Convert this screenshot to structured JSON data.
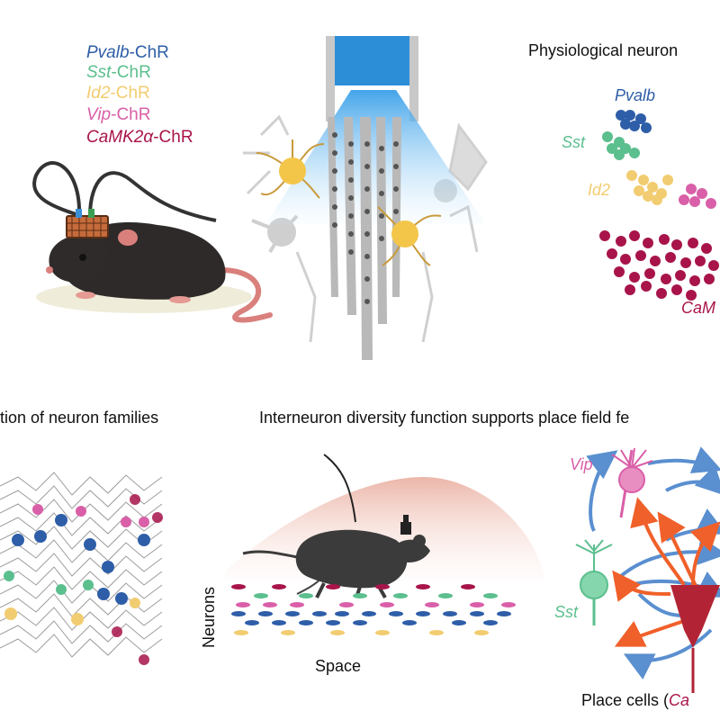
{
  "constructs": [
    {
      "gene": "Pvalb",
      "suffix": "-ChR",
      "color": "#2e5ea8"
    },
    {
      "gene": "Sst",
      "suffix": "-ChR",
      "color": "#5bbf8e"
    },
    {
      "gene": "Id2",
      "suffix": "-ChR",
      "color": "#f2cc70"
    },
    {
      "gene": "Vip",
      "suffix": "-ChR",
      "color": "#d95fa8"
    },
    {
      "gene": "CaMK2α",
      "suffix": "-ChR",
      "color": "#a8144a"
    }
  ],
  "cluster_panel": {
    "title": "Physiological neuron",
    "labels": {
      "pvalb": "Pvalb",
      "sst": "Sst",
      "id2": "Id2",
      "camk": "CaM"
    }
  },
  "families_panel": {
    "title": "tion of neuron families"
  },
  "interneuron_title": "Interneuron diversity function supports place field fe",
  "place_panel": {
    "ylabel": "Neurons",
    "xlabel": "Space"
  },
  "circuit_panel": {
    "vip_label": "Vip",
    "sst_label": "Sst",
    "caption_prefix": "Place cells (",
    "caption_gene": "Ca"
  },
  "colors": {
    "pvalb": "#2e5ea8",
    "sst": "#5bbf8e",
    "id2": "#f2cc70",
    "vip": "#d95fa8",
    "camk": "#a8144a",
    "arrow_blue": "#5a8fd0",
    "arrow_red": "#f0602a"
  },
  "icons": [
    "mouse-icon",
    "probe-icon",
    "neuron-icon",
    "running-mouse-icon"
  ]
}
